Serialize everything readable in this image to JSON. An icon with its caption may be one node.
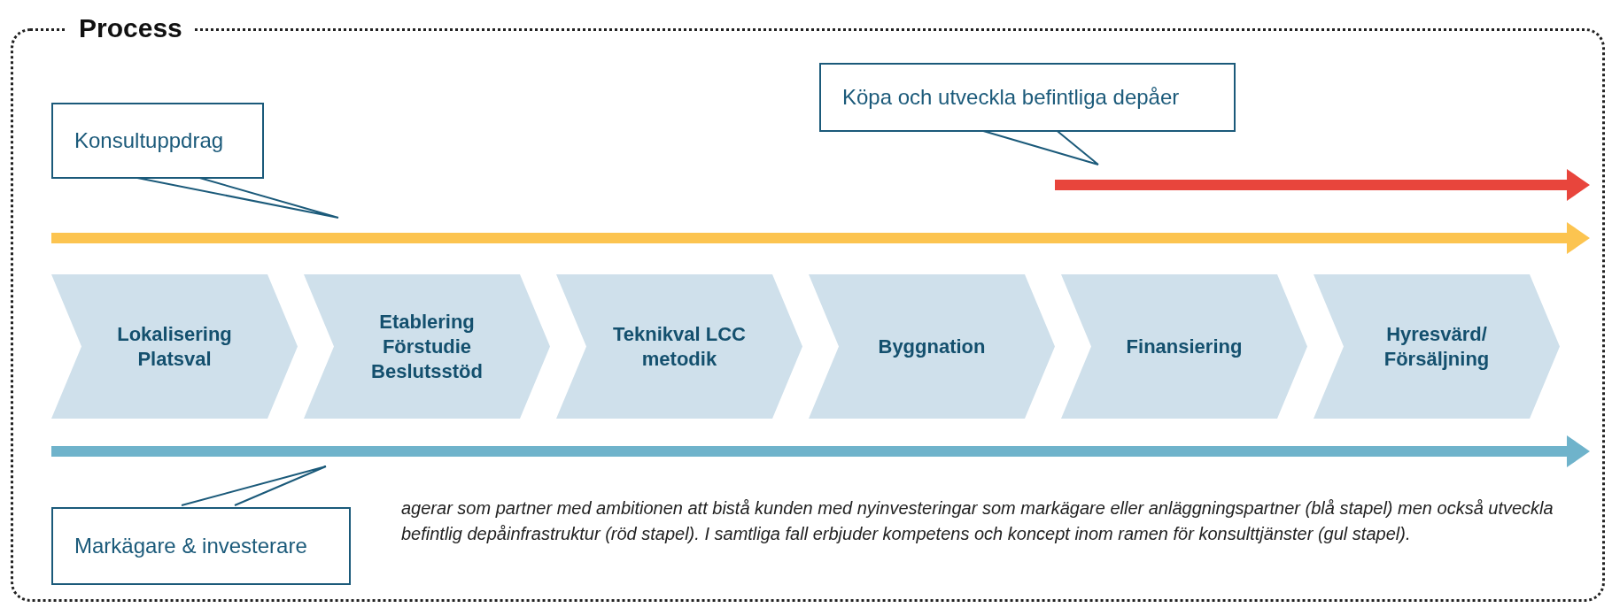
{
  "diagram": {
    "nodes": [
      {
        "text": [
          "Process"
        ]
      },
      {
        "text": [
          "Köpa och utveckla befintliga depåer"
        ],
        "in": 0
      },
      {
        "text": [
          "Konsultuppdrag"
        ],
        "in": 0
      },
      {
        "text": [],
        "shape": "bar",
        "in": 0
      },
      {
        "text": [],
        "shape": "bar",
        "in": 0
      },
      {
        "text": [
          "Lokalisering Platsval"
        ],
        "in": 0
      },
      {
        "text": [
          "Etablering Förstudie Beslutsstöd"
        ],
        "in": 0
      },
      {
        "text": [
          "Teknikval LCC metodik"
        ],
        "in": 0
      },
      {
        "text": [
          "Byggnation"
        ],
        "in": 0
      },
      {
        "text": [
          "Finansiering"
        ],
        "in": 0
      },
      {
        "text": [
          "Hyresvärd/ Försäljning"
        ],
        "in": 0
      },
      {
        "text": [],
        "shape": "bar",
        "in": 0
      },
      {
        "text": [
          "Markägare & investerare"
        ],
        "in": 0
      }
    ],
    "edges": [
      {
        "from": 1,
        "to": 3,
        "arrow": "none"
      },
      {
        "from": 2,
        "to": 4,
        "arrow": "none"
      },
      {
        "from": 12,
        "to": 11,
        "arrow": "none"
      }
    ],
    "labels": [
      "agerar som partner med ambitionen att bistå kunden med nyinvesteringar som markägare eller anläggningspartner (blå stapel) men också utveckla befintlig depåinfrastruktur (röd stapel). I samtliga fall erbjuder kompetens och koncept inom ramen för konsulttjänster (gul stapel)."
    ]
  }
}
